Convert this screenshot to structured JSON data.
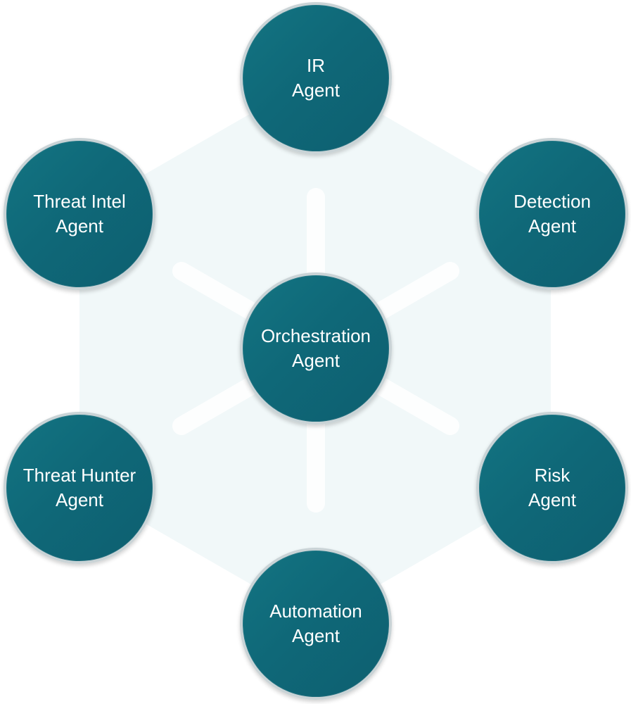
{
  "diagram": {
    "center": {
      "line1": "Orchestration",
      "line2": "Agent"
    },
    "nodes": [
      {
        "id": "ir",
        "line1": "IR",
        "line2": "Agent"
      },
      {
        "id": "detection",
        "line1": "Detection",
        "line2": "Agent"
      },
      {
        "id": "risk",
        "line1": "Risk",
        "line2": "Agent"
      },
      {
        "id": "automation",
        "line1": "Automation",
        "line2": "Agent"
      },
      {
        "id": "hunter",
        "line1": "Threat Hunter",
        "line2": "Agent"
      },
      {
        "id": "intel",
        "line1": "Threat Intel",
        "line2": "Agent"
      }
    ],
    "colors": {
      "node_fill": "#0f6878",
      "node_border": "#c9d3d6",
      "backdrop": "#f1f8f9",
      "spoke": "#ffffff",
      "text": "#ffffff"
    }
  }
}
